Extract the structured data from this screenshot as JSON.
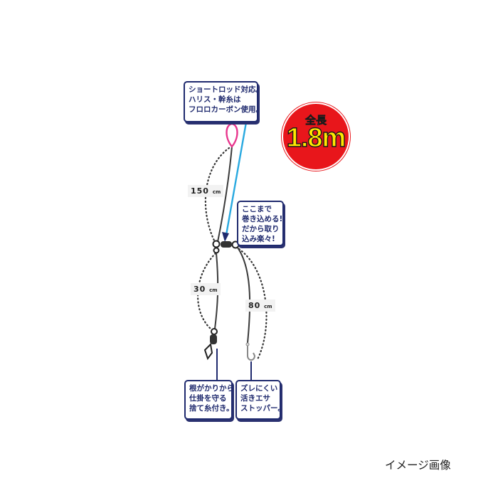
{
  "callouts": {
    "top": [
      "ショートロッド対応。",
      "ハリス・幹糸は",
      "フロロカーボン使用。"
    ],
    "middle": [
      "ここまで",
      "巻き込める!",
      "だから取り",
      "込み楽々!"
    ],
    "bottom_left": [
      "根がかりから",
      "仕掛を守る",
      "捨て糸付き。"
    ],
    "bottom_right": [
      "ズレにくい",
      "活きエサ",
      "ストッパー。"
    ]
  },
  "lengths": {
    "upper": {
      "value": "150",
      "unit": "cm"
    },
    "lower_left": {
      "value": "30",
      "unit": "cm"
    },
    "lower_right": {
      "value": "80",
      "unit": "cm"
    }
  },
  "badge": {
    "label": "全長",
    "value": "1.8m"
  },
  "caption": "イメージ画像",
  "colors": {
    "callout_border": "#1f2a6e",
    "badge_fill": "#e8161b",
    "badge_text": "#ffe800",
    "loop": "#e8348c",
    "arrow": "#29a9e0",
    "line": "#3a3a3a"
  },
  "icons": [
    "snap-swivel-icon",
    "hook-icon",
    "swivel-icon",
    "loop-icon"
  ]
}
